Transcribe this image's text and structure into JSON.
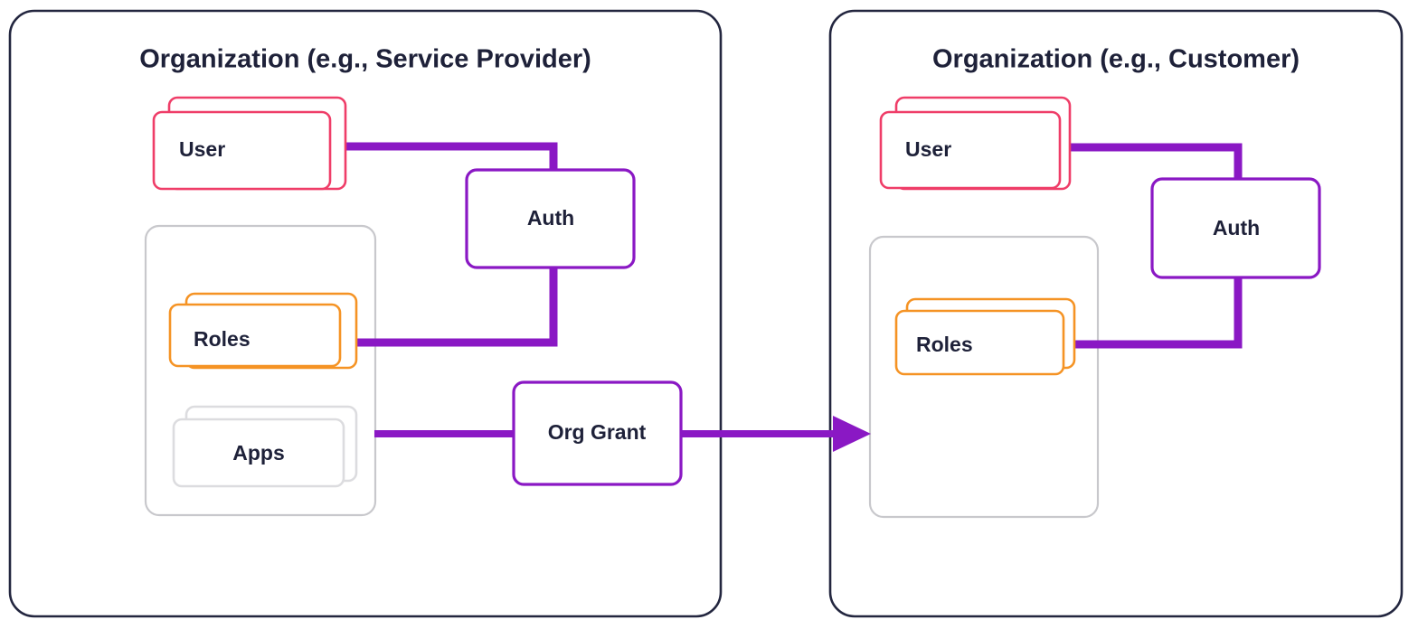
{
  "colors": {
    "panel_border": "#23263f",
    "title_text": "#1e2139",
    "user_pink": "#ef3d68",
    "roles_orange": "#f59324",
    "apps_gray": "#dcdcdf",
    "group_gray": "#c8c8cc",
    "purple": "#8a18c4",
    "auth_purple": "#8a18c4",
    "background": "#ffffff"
  },
  "panels": [
    {
      "id": "service-provider",
      "title": "Organization (e.g., Service Provider)",
      "nodes": [
        {
          "id": "user",
          "label": "User",
          "style": "stacked-pink"
        },
        {
          "id": "roles",
          "label": "Roles",
          "style": "stacked-orange"
        },
        {
          "id": "apps",
          "label": "Apps",
          "style": "stacked-gray"
        },
        {
          "id": "auth",
          "label": "Auth",
          "style": "purple-box"
        },
        {
          "id": "org-grant",
          "label": "Org Grant",
          "style": "purple-box"
        }
      ],
      "connections": [
        {
          "from": "user",
          "to": "auth"
        },
        {
          "from": "auth",
          "to": "roles"
        },
        {
          "from": "apps",
          "to": "org-grant"
        }
      ]
    },
    {
      "id": "customer",
      "title": "Organization (e.g., Customer)",
      "nodes": [
        {
          "id": "user",
          "label": "User",
          "style": "stacked-pink"
        },
        {
          "id": "roles",
          "label": "Roles",
          "style": "stacked-orange"
        },
        {
          "id": "auth",
          "label": "Auth",
          "style": "purple-box"
        }
      ],
      "connections": [
        {
          "from": "user",
          "to": "auth"
        },
        {
          "from": "auth",
          "to": "roles"
        }
      ]
    }
  ],
  "cross_panel_arrow": {
    "from": "org-grant",
    "to": "customer-group",
    "direction": "right",
    "arrowhead": true
  }
}
